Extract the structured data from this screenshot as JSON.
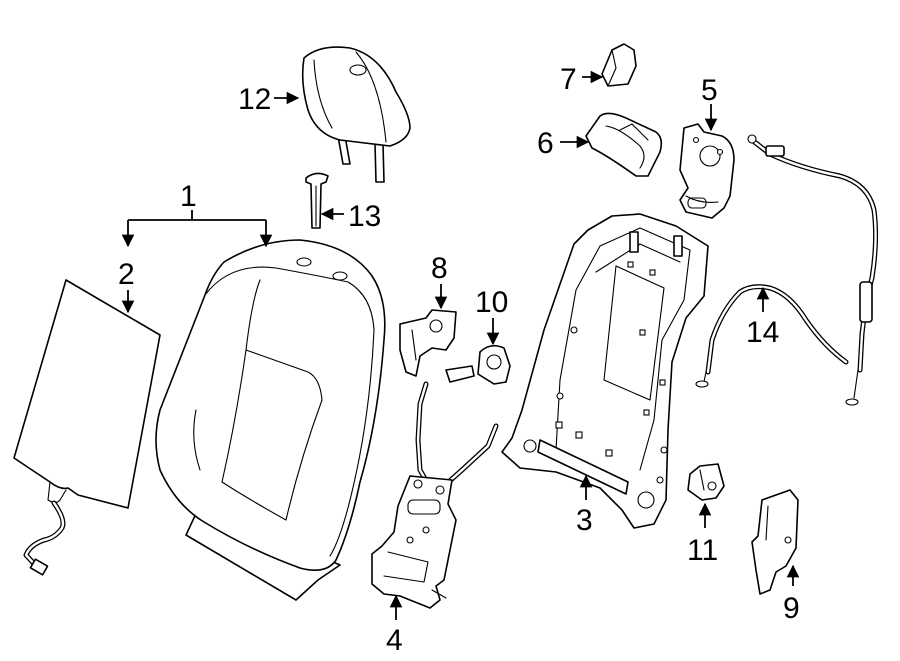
{
  "diagram": {
    "line_color": "#000000",
    "background": "#ffffff",
    "callouts": [
      {
        "id": "c1",
        "label": "1"
      },
      {
        "id": "c2",
        "label": "2"
      },
      {
        "id": "c3",
        "label": "3"
      },
      {
        "id": "c4",
        "label": "4"
      },
      {
        "id": "c5",
        "label": "5"
      },
      {
        "id": "c6",
        "label": "6"
      },
      {
        "id": "c7",
        "label": "7"
      },
      {
        "id": "c8",
        "label": "8"
      },
      {
        "id": "c9",
        "label": "9"
      },
      {
        "id": "c10",
        "label": "10"
      },
      {
        "id": "c11",
        "label": "11"
      },
      {
        "id": "c12",
        "label": "12"
      },
      {
        "id": "c13",
        "label": "13"
      },
      {
        "id": "c14",
        "label": "14"
      }
    ]
  }
}
